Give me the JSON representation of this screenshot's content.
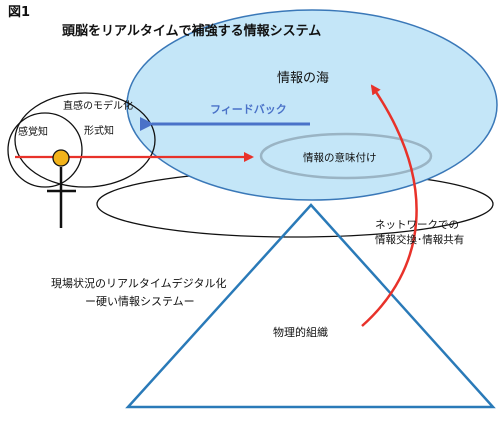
{
  "figure_label": "図1",
  "title": "頭脳をリアルタイムで補強する情報システム",
  "labels": {
    "sea_of_information": "情報の海",
    "feedback": "フィードバック",
    "intuition_modeling": "直感のモデル化",
    "sensory_knowledge": "感覚知",
    "formal_knowledge": "形式知",
    "meaning_making": "情報の意味付け",
    "network_line1": "ネットワークでの",
    "network_line2": "情報交換･情報共有",
    "realtime_line1": "現場状況のリアルタイムデジタル化",
    "realtime_line2": "ー硬い情報システムー",
    "physical_org": "物理的組織"
  },
  "colors": {
    "sea_fill": "#c4e6f8",
    "sea_stroke": "#3a78b8",
    "feedback_arrow": "#4a72c8",
    "red_arrow": "#e8322a",
    "inner_ellipse": "#9ab4c4",
    "triangle": "#2a7ab8",
    "person_head": "#f2b31a"
  }
}
